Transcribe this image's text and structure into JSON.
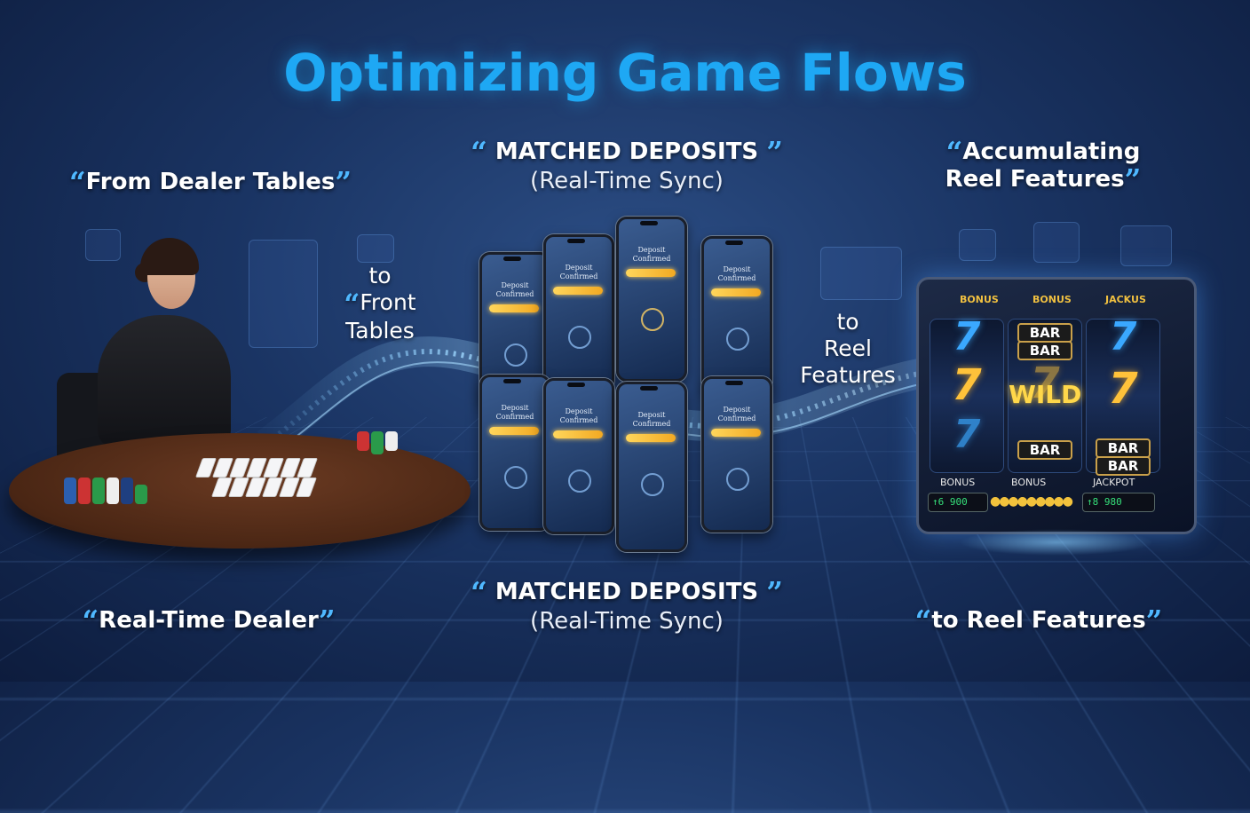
{
  "title": "Optimizing Game Flows",
  "labels": {
    "from_dealer_tables": "From Dealer Tables",
    "matched_top": "MATCHED DEPOSITS",
    "matched_top_sub": "(Real-Time Sync)",
    "accumulating_line1": "Accumulating",
    "accumulating_line2": "Reel Features",
    "to_front_tables_to": "to",
    "to_front_tables_l1": "Front",
    "to_front_tables_l2": "Tables",
    "to_reel_to": "to",
    "to_reel_l1": "Reel",
    "to_reel_l2": "Features",
    "real_time_dealer": "Real-Time Dealer",
    "matched_bottom": "MATCHED DEPOSITS",
    "matched_bottom_sub": "(Real-Time Sync)",
    "to_reel_features_bottom": "to Reel Features"
  },
  "phones": [
    {
      "text_l1": "Deposit",
      "text_l2": "Confirmed"
    },
    {
      "text_l1": "Deposit",
      "text_l2": "Confirmed"
    },
    {
      "text_l1": "Deposit",
      "text_l2": "Confirmed"
    },
    {
      "text_l1": "Deposit",
      "text_l2": "Confirmed"
    },
    {
      "text_l1": "Deposit",
      "text_l2": "Confirmed"
    },
    {
      "text_l1": "Deposit",
      "text_l2": "Confirmed"
    },
    {
      "text_l1": "Deposit",
      "text_l2": "Confirmed"
    },
    {
      "text_l1": "Deposit",
      "text_l2": "Confirmed"
    }
  ],
  "slot": {
    "top_labels": [
      "BONUS",
      "BONUS",
      "JACKUS"
    ],
    "bar_label": "BAR",
    "wild_label": "WILD",
    "seven": "7",
    "bottom_labels": [
      "BONUS",
      "BONUS",
      "JACKPOT"
    ],
    "counter_left": "↑6 900",
    "counter_right": "↑8 980"
  },
  "colors": {
    "title": "#1ea8f4",
    "quote": "#4fb8ff",
    "accent_gold": "#ffc23a"
  }
}
